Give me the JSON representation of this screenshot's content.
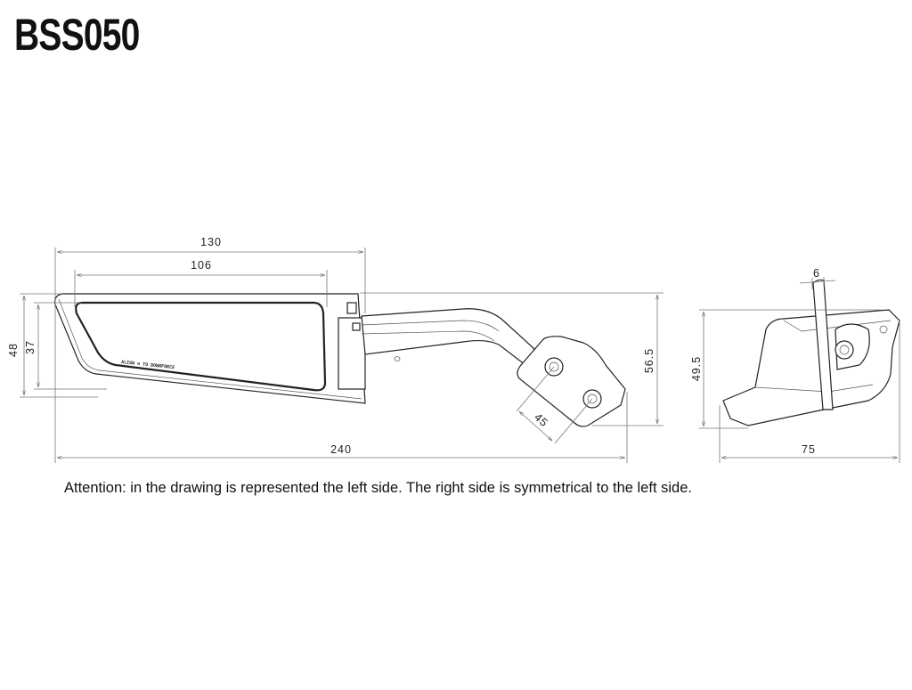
{
  "title": "BSS050",
  "caption": "Attention: in the drawing is represented the left side. The right side is symmetrical to the left side.",
  "mirror_marking": "ALIGN ⊘ TO DOWNFORCE",
  "dimensions": {
    "mirror_width": "130",
    "glass_width": "106",
    "mirror_height": "48",
    "glass_height": "37",
    "overall_length": "240",
    "overall_height": "56.5",
    "hole_spacing": "45",
    "side_height": "49.5",
    "side_depth": "75",
    "side_thickness": "6"
  }
}
